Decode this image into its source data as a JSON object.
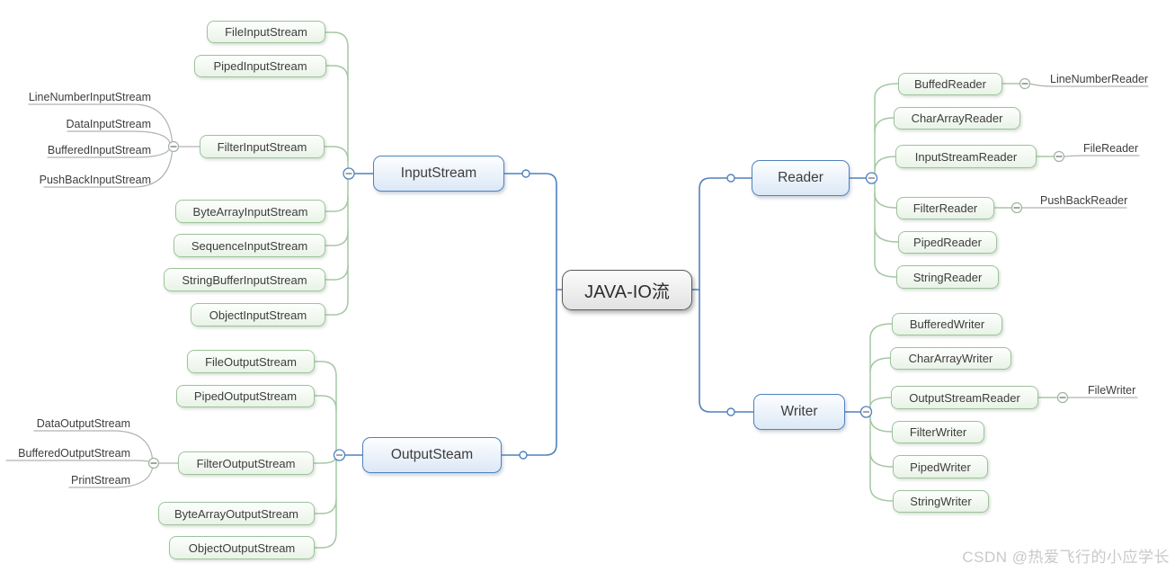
{
  "center": {
    "label": "JAVA-IO流"
  },
  "branches": [
    {
      "label": "InputStream",
      "children": [
        {
          "label": "FileInputStream",
          "leaves": []
        },
        {
          "label": "PipedInputStream",
          "leaves": []
        },
        {
          "label": "FilterInputStream",
          "leaves": [
            {
              "label": "LineNumberInputStream"
            },
            {
              "label": "DataInputStream"
            },
            {
              "label": "BufferedInputStream"
            },
            {
              "label": "PushBackInputStream"
            }
          ]
        },
        {
          "label": "ByteArrayInputStream",
          "leaves": []
        },
        {
          "label": "SequenceInputStream",
          "leaves": []
        },
        {
          "label": "StringBufferInputStream",
          "leaves": []
        },
        {
          "label": "ObjectInputStream",
          "leaves": []
        }
      ]
    },
    {
      "label": "OutputSteam",
      "children": [
        {
          "label": "FileOutputStream",
          "leaves": []
        },
        {
          "label": "PipedOutputStream",
          "leaves": []
        },
        {
          "label": "FilterOutputStream",
          "leaves": [
            {
              "label": "DataOutputStream"
            },
            {
              "label": "BufferedOutputStream"
            },
            {
              "label": "PrintStream"
            }
          ]
        },
        {
          "label": "ByteArrayOutputStream",
          "leaves": []
        },
        {
          "label": "ObjectOutputStream",
          "leaves": []
        }
      ]
    },
    {
      "label": "Reader",
      "children": [
        {
          "label": "BuffedReader",
          "leaves": [
            {
              "label": "LineNumberReader"
            }
          ]
        },
        {
          "label": "CharArrayReader",
          "leaves": []
        },
        {
          "label": "InputStreamReader",
          "leaves": [
            {
              "label": "FileReader"
            }
          ]
        },
        {
          "label": "FilterReader",
          "leaves": [
            {
              "label": "PushBackReader"
            }
          ]
        },
        {
          "label": "PipedReader",
          "leaves": []
        },
        {
          "label": "StringReader",
          "leaves": []
        }
      ]
    },
    {
      "label": "Writer",
      "children": [
        {
          "label": "BufferedWriter",
          "leaves": []
        },
        {
          "label": "CharArrayWriter",
          "leaves": []
        },
        {
          "label": "OutputStreamReader",
          "leaves": [
            {
              "label": "FileWriter"
            }
          ]
        },
        {
          "label": "FilterWriter",
          "leaves": []
        },
        {
          "label": "PipedWriter",
          "leaves": []
        },
        {
          "label": "StringWriter",
          "leaves": []
        }
      ]
    }
  ],
  "watermark": "CSDN @热爱飞行的小应学长",
  "colors": {
    "main_line": "#4f81bd",
    "branch_line": "#a6c8a4",
    "leaf_line": "#b2b2b2",
    "main_border": "#4f81bd",
    "child_border": "#9dc39b",
    "center_border": "#5a5a5a"
  }
}
